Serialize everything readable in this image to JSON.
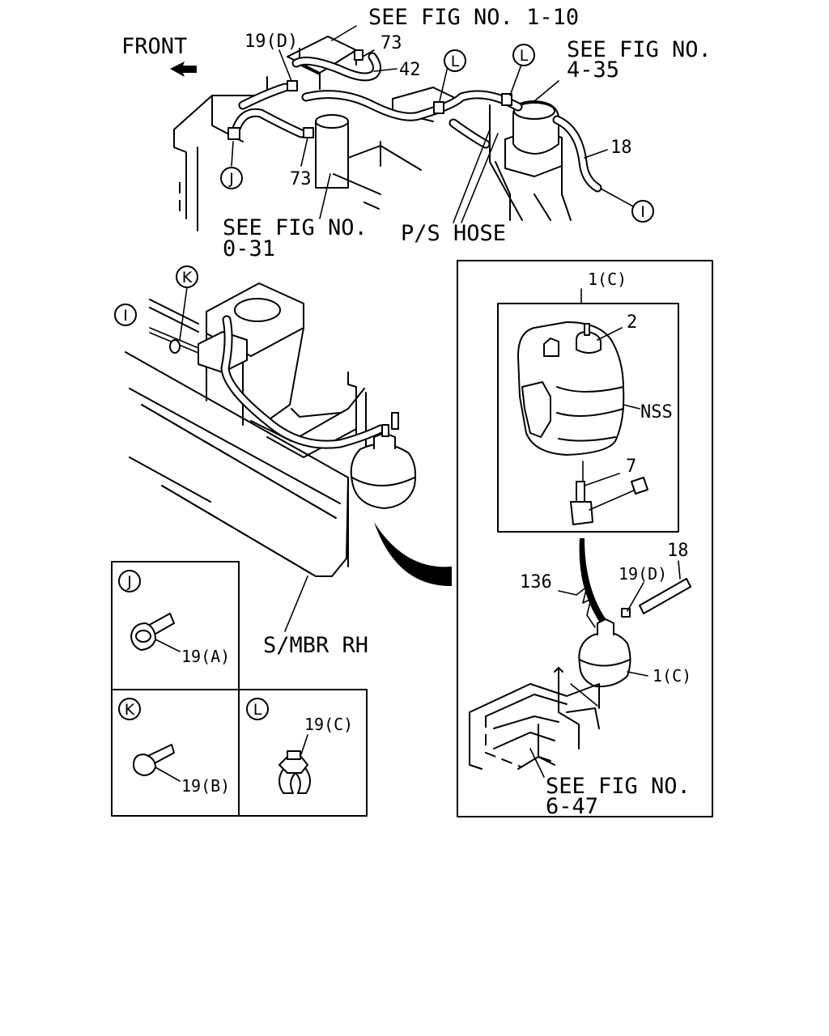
{
  "labels": {
    "see_fig_1_10": "SEE FIG NO. 1-10",
    "front": "FRONT",
    "p19d_top": "19(D)",
    "p73_top": "73",
    "p42": "42",
    "see_fig_4_35_a": "SEE FIG NO.",
    "see_fig_4_35_b": "4-35",
    "p18_top": "18",
    "p73_bottom": "73",
    "see_fig_0_31_a": "SEE FIG NO.",
    "see_fig_0_31_b": "0-31",
    "ps_hose": "P/S HOSE",
    "p1c_top": "1(C)",
    "p2": "2",
    "nss": "NSS",
    "p7": "7",
    "p18_right": "18",
    "p136": "136",
    "p19d_right": "19(D)",
    "p1c_right": "1(C)",
    "see_fig_6_47_a": "SEE FIG NO.",
    "see_fig_6_47_b": "6-47",
    "smbr_rh": "S/MBR RH",
    "p19a": "19(A)",
    "p19b": "19(B)",
    "p19c": "19(C)"
  },
  "callouts": {
    "I": "I",
    "J": "J",
    "K": "K",
    "L": "L"
  }
}
